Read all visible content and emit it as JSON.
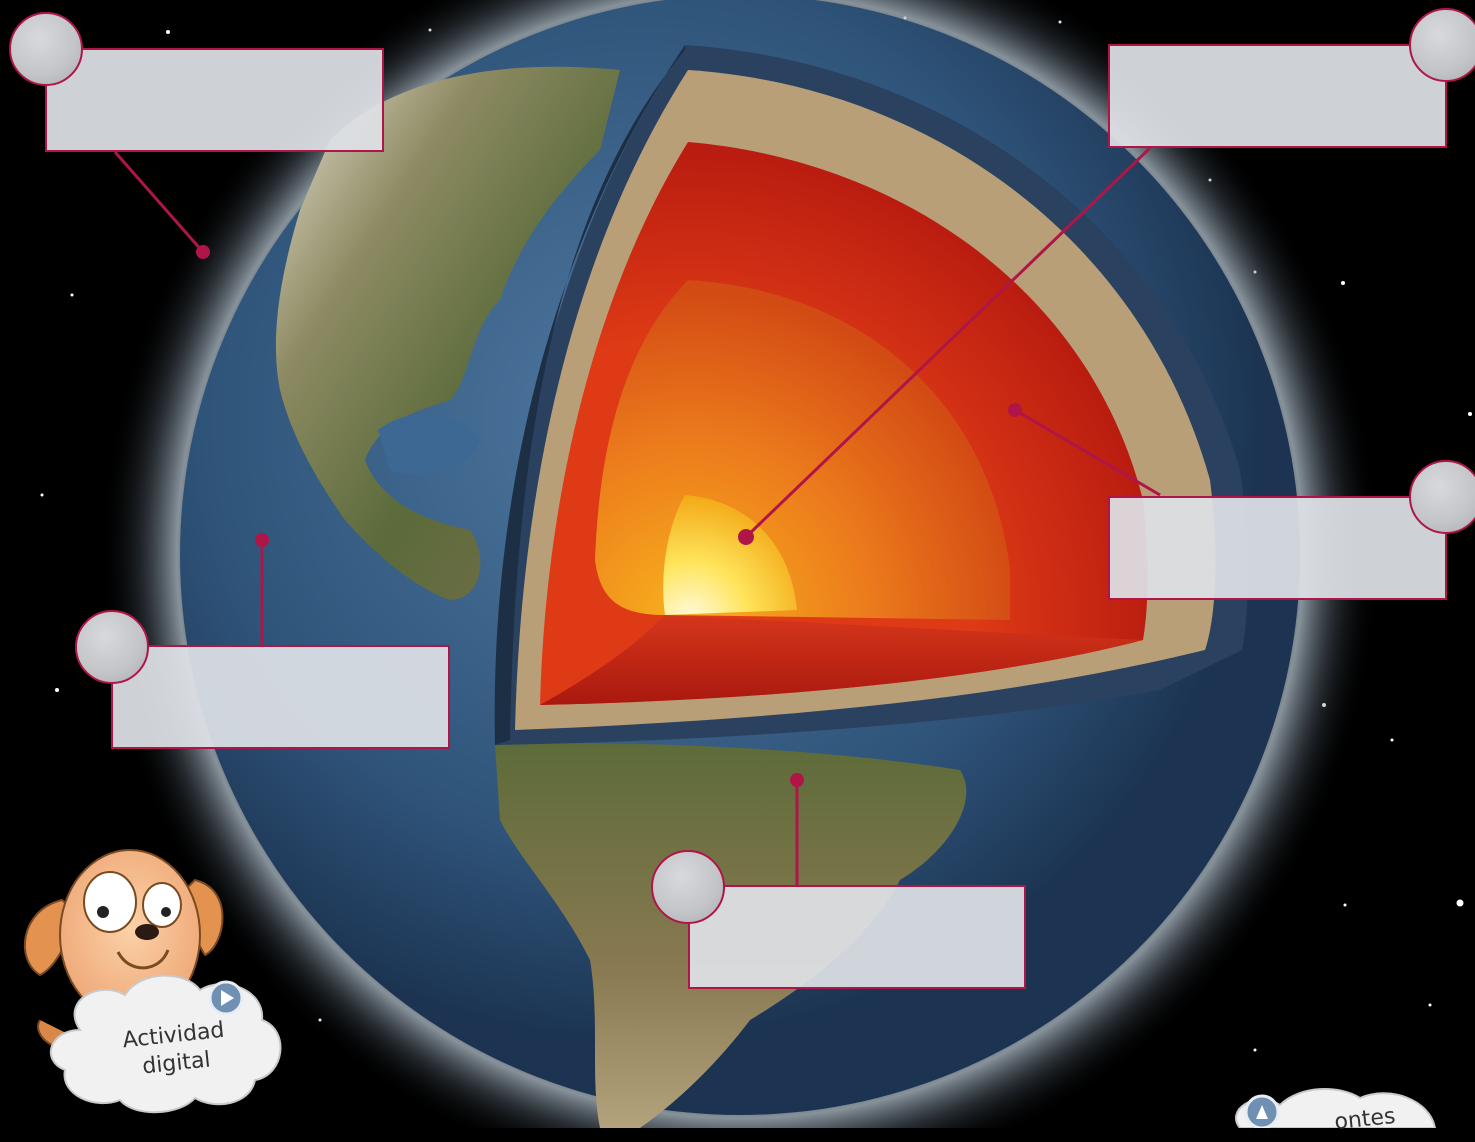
{
  "labels": [
    {
      "id": "1",
      "number": "",
      "text": ""
    },
    {
      "id": "2",
      "number": "",
      "text": ""
    },
    {
      "id": "3",
      "number": "",
      "text": ""
    },
    {
      "id": "4",
      "number": "",
      "text": ""
    },
    {
      "id": "5",
      "number": "",
      "text": ""
    }
  ],
  "activity": {
    "line1": "Actividad",
    "line2": "digital"
  },
  "corner_cloud": {
    "text": "ontes"
  },
  "colors": {
    "leader": "#b01548",
    "box_fill": "#dfe1e5",
    "space": "#000000",
    "crust": "#b79d76",
    "mantle": "#cc2a12",
    "outer_core": "#e8731a",
    "inner_core": "#ffe23a"
  },
  "icons": [
    "dog-mascot-icon",
    "play-arrow-icon",
    "cloud-icon"
  ]
}
